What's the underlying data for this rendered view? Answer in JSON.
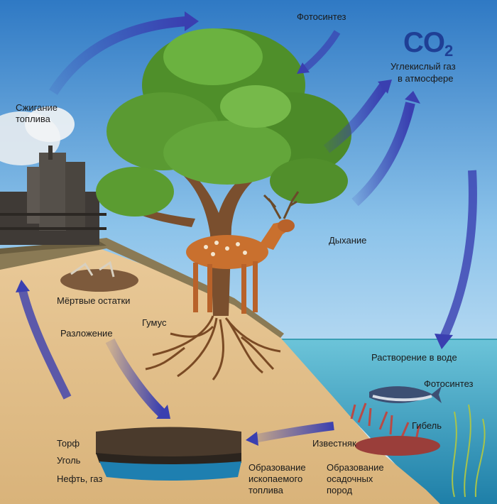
{
  "co2": {
    "symbol": "CO",
    "subscript": "2"
  },
  "labels": {
    "photosynthesis_top": "Фотосинтез",
    "co2_caption_line1": "Углекислый газ",
    "co2_caption_line2": "в атмосфере",
    "fuel_burning_line1": "Сжигание",
    "fuel_burning_line2": "топлива",
    "respiration": "Дыхание",
    "dead_remains": "Мёртвые остатки",
    "humus": "Гумус",
    "decomposition": "Разложение",
    "dissolution": "Растворение в воде",
    "photosynthesis_water": "Фотосинтез",
    "death": "Гибель",
    "limestone": "Известняк",
    "peat": "Торф",
    "coal": "Уголь",
    "oil_gas": "Нефть, газ",
    "fossil_line1": "Образование",
    "fossil_line2": "ископаемого",
    "fossil_line3": "топлива",
    "sediment_line1": "Образование",
    "sediment_line2": "осадочных",
    "sediment_line3": "пород"
  },
  "colors": {
    "sky_top": "#2f79c4",
    "sky_bottom": "#e8f4fb",
    "soil": "#e5c48f",
    "water": "#2f9bc0",
    "arrow": "#3a3fb0",
    "co2_text": "#1f3f95"
  }
}
